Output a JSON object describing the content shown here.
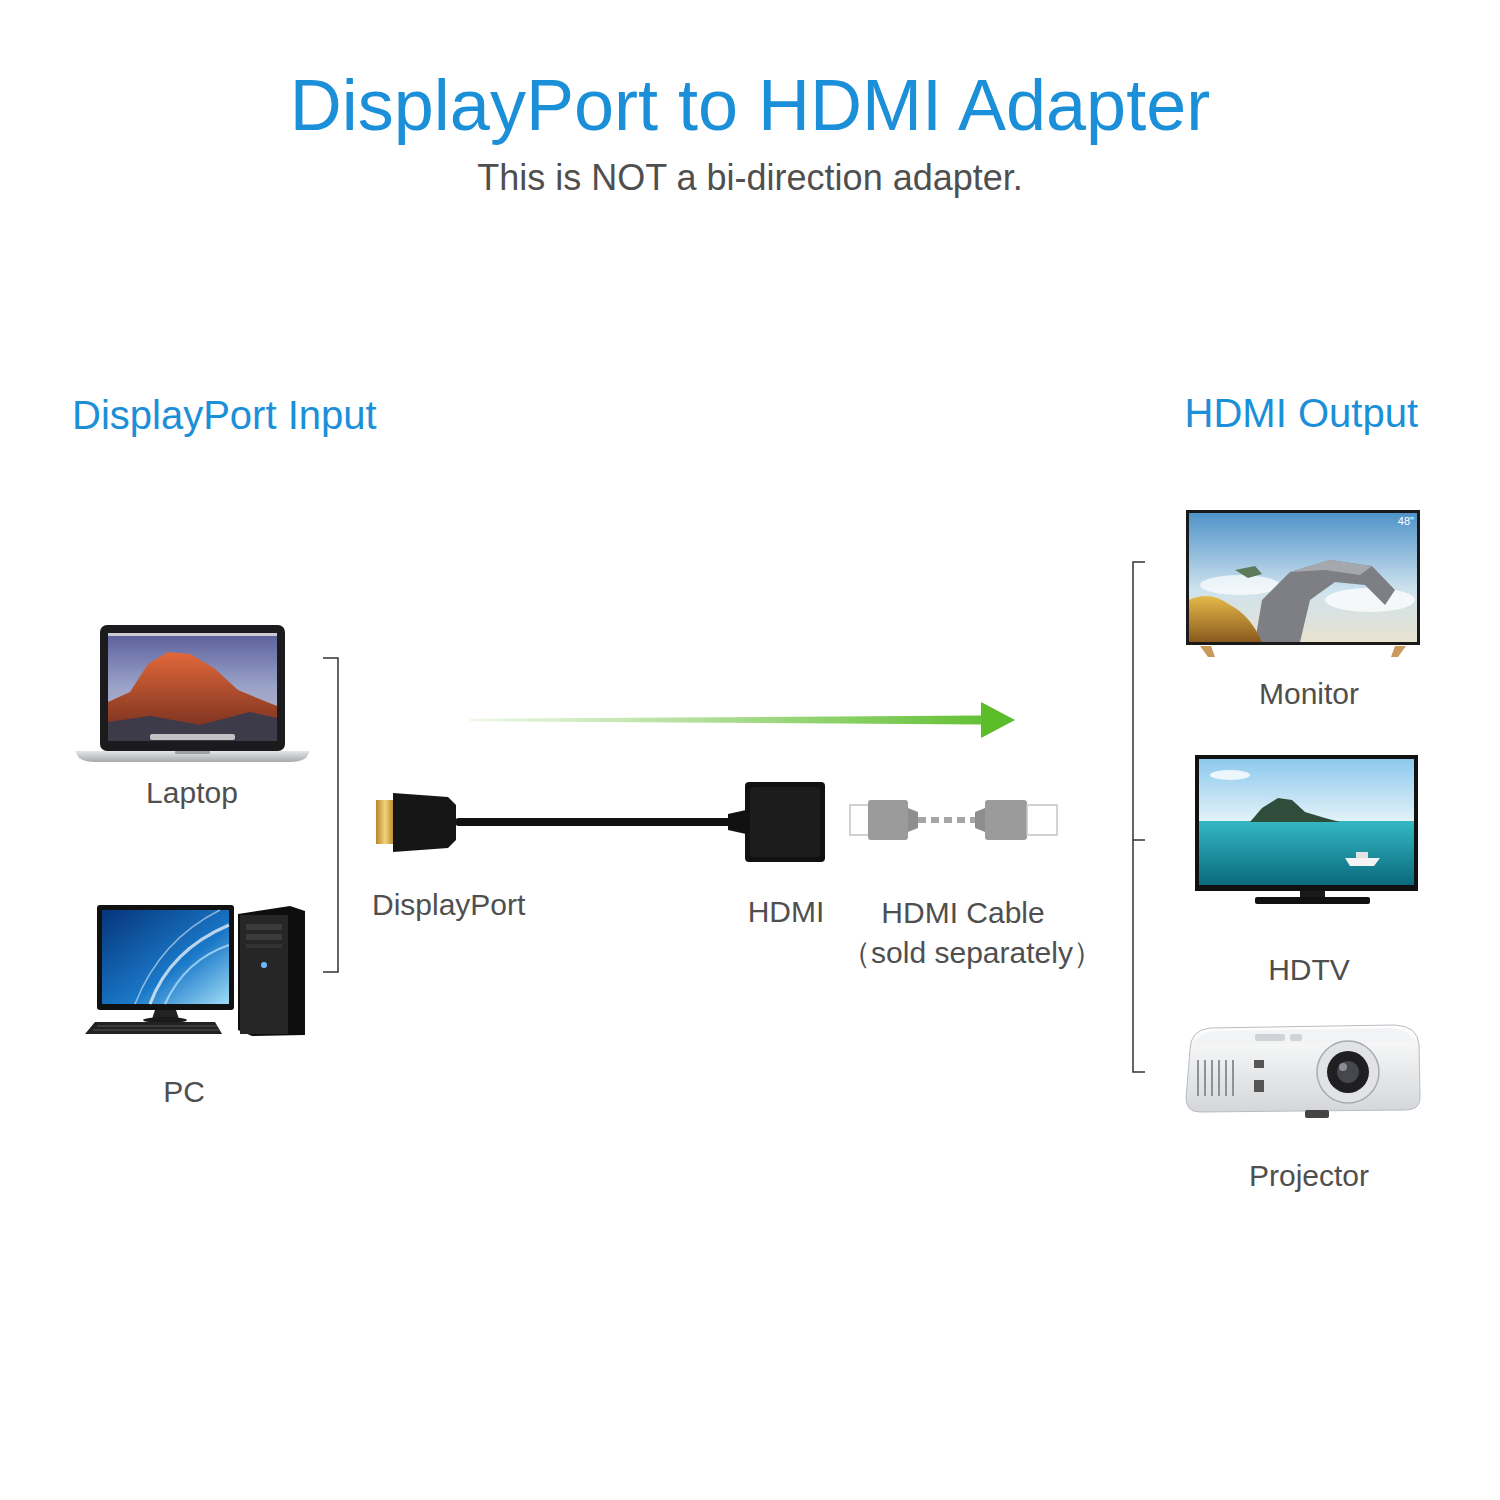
{
  "diagram": {
    "title": "DisplayPort to HDMI Adapter",
    "nodes": [
      {
        "text": [
          "DisplayPort Input"
        ]
      },
      {
        "text": [
          "Laptop"
        ],
        "in": 0
      },
      {
        "text": [
          "PC"
        ],
        "in": 0
      },
      {
        "text": [
          "HDMI Output"
        ]
      },
      {
        "text": [
          "Monitor"
        ],
        "in": 3
      },
      {
        "text": [
          "HDTV"
        ],
        "in": 3
      },
      {
        "text": [
          "Projector"
        ],
        "in": 3
      }
    ],
    "edges": [
      {
        "from": 0,
        "to": 3,
        "arrow": "to"
      }
    ],
    "labels": [
      "This is NOT a bi-direction adapter.",
      "DisplayPort",
      "HDMI",
      "HDMI Cable",
      "（sold separately）",
      "48\""
    ]
  }
}
